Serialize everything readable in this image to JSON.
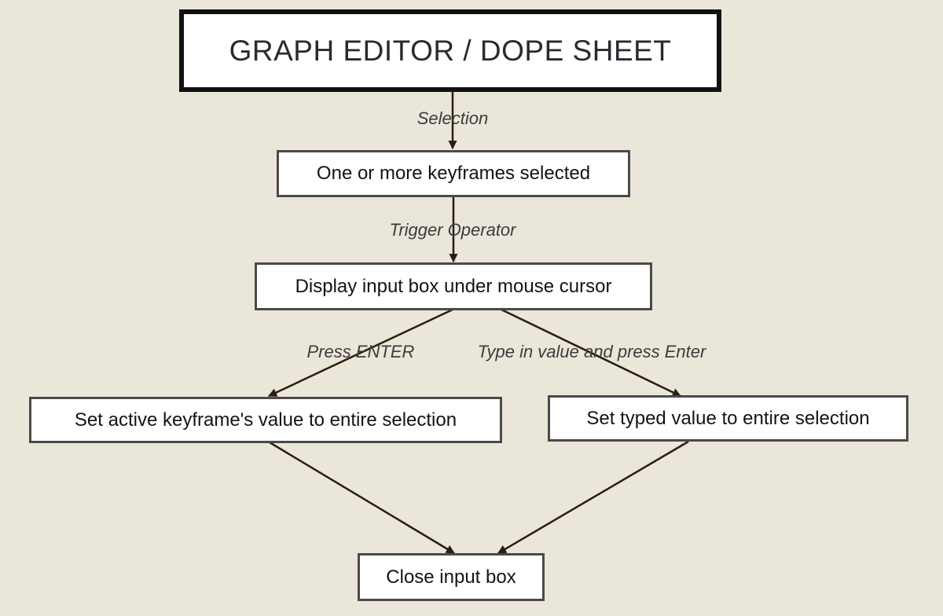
{
  "diagram": {
    "nodes": {
      "root": "GRAPH EDITOR / DOPE SHEET",
      "selected": "One or more keyframes selected",
      "display": "Display input box under mouse cursor",
      "set_active": "Set active keyframe's value to entire selection",
      "set_typed": "Set typed value to entire selection",
      "close": "Close input box"
    },
    "edge_labels": {
      "selection": "Selection",
      "trigger": "Trigger Operator",
      "press_enter": "Press ENTER",
      "type_value": "Type in value and press Enter"
    },
    "colors": {
      "background": "#ebe6da",
      "node_fill": "#ffffff",
      "node_border": "#4a4a4a",
      "edge": "#2b1d10"
    }
  }
}
